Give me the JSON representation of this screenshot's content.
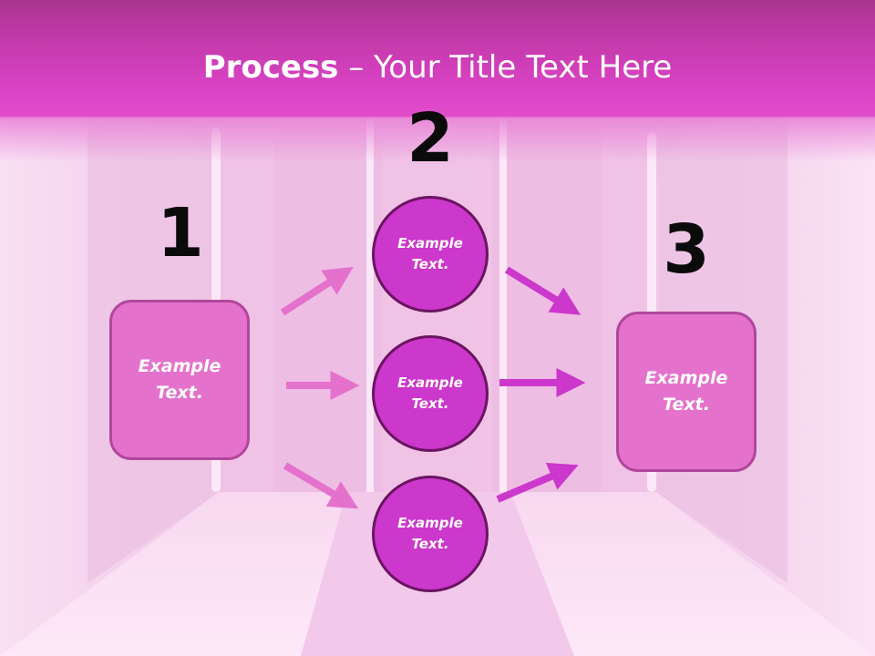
{
  "title": {
    "bold": "Process",
    "rest": " – Your Title Text Here"
  },
  "steps": [
    {
      "number": "1",
      "label": "Example\nText."
    },
    {
      "number": "2",
      "items": [
        "Example\nText.",
        "Example\nText.",
        "Example\nText."
      ]
    },
    {
      "number": "3",
      "label": "Example\nText."
    }
  ],
  "colors": {
    "title_bar": "#c43aac",
    "box_fill": "#e472cc",
    "box_border": "#b0479d",
    "circle_fill": "#cc37cc",
    "circle_border": "#6a1460",
    "arrow_left": "#e472cc",
    "arrow_right": "#cc37cc"
  }
}
